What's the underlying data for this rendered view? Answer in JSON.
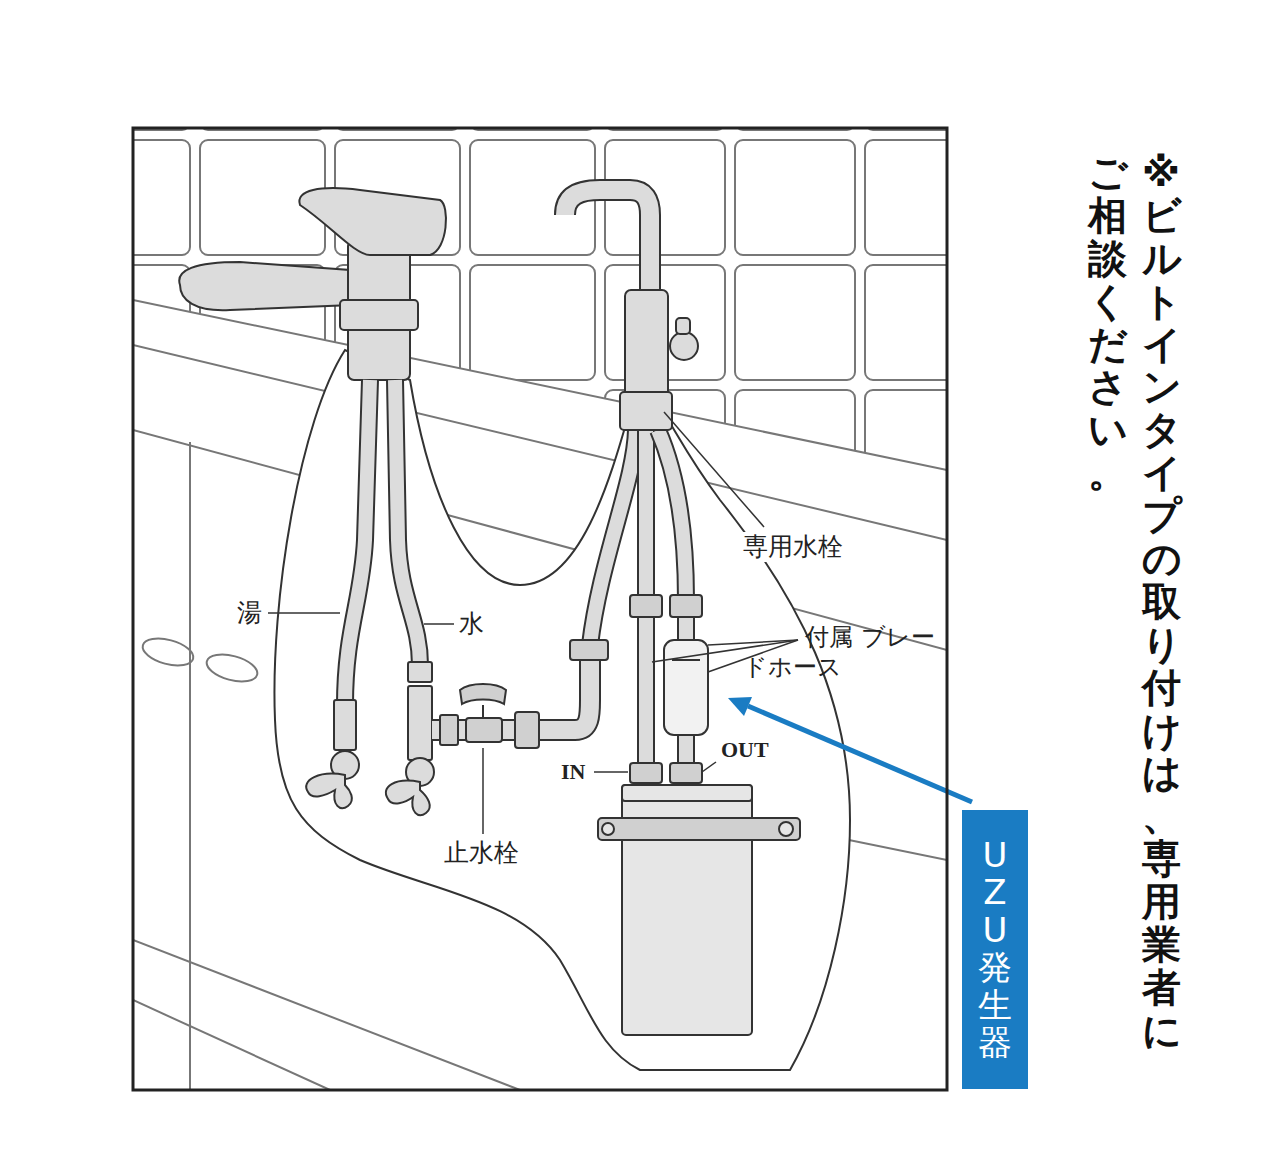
{
  "diagram": {
    "nodes": [
      {
        "text": [
          "UZU発生器"
        ]
      }
    ],
    "labels": [
      "湯",
      "水",
      "止水栓",
      "専用水栓",
      "付属 ブレードホース",
      "IN",
      "OUT",
      "※ビルトインタイプの取り付けは、専用業者にご相談ください。"
    ]
  }
}
